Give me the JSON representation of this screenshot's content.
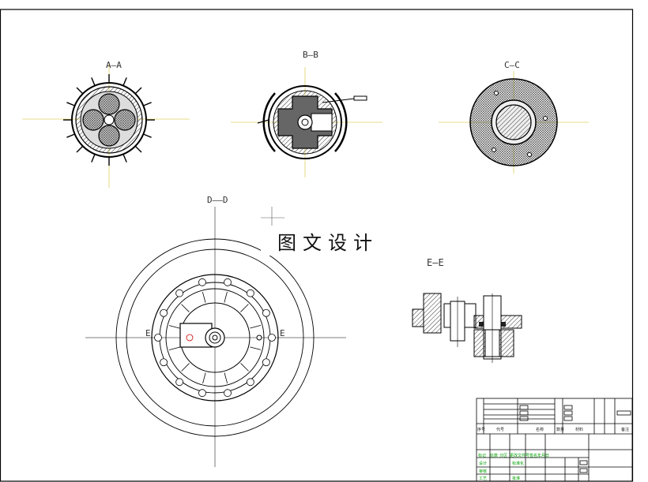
{
  "views": {
    "aa": {
      "label": "A—A"
    },
    "bb": {
      "label": "B—B"
    },
    "cc": {
      "label": "C—C"
    },
    "dd": {
      "label": "D——D"
    },
    "ee": {
      "label": "E—E"
    },
    "e_left": {
      "label": "E"
    },
    "e_right": {
      "label": "E"
    }
  },
  "watermark": {
    "text": "图文设计"
  },
  "title_block": {
    "header_cells": [
      "序号",
      "代号",
      "名称",
      "数量",
      "材料",
      "备注"
    ],
    "small_cells": [
      "标记",
      "处数",
      "分区",
      "更改文件号",
      "签名",
      "年月日"
    ],
    "role_cells": [
      "设计",
      "标准化",
      "审核",
      "工艺",
      "批准"
    ]
  },
  "colors": {
    "line": "#000000",
    "centerline": "#e0d060",
    "hatch": "#555555",
    "green_text": "#00a000"
  }
}
